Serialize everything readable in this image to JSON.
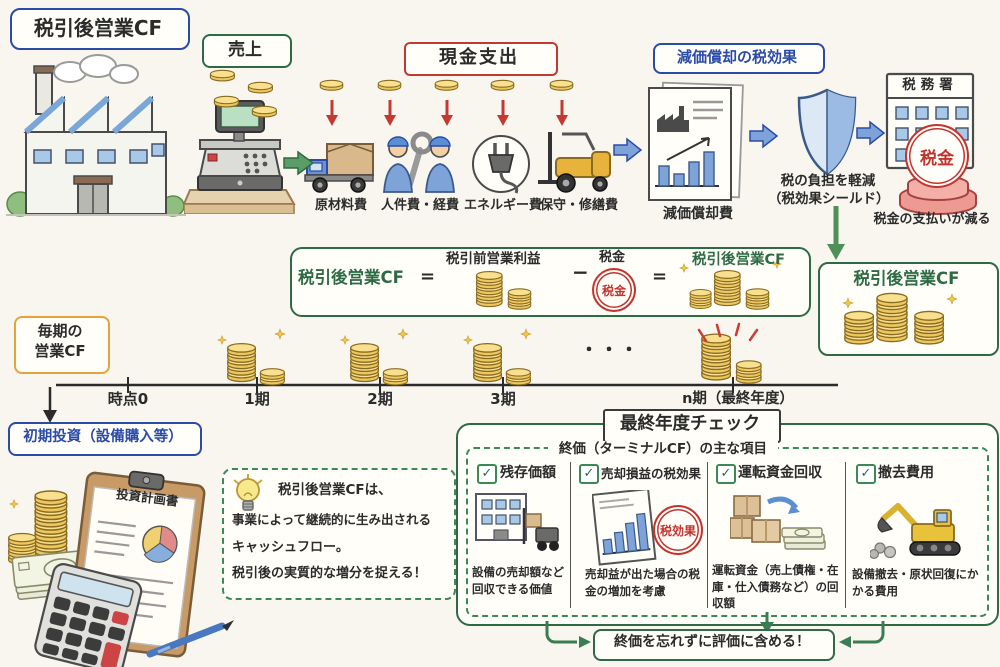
{
  "title": {
    "label": "税引後営業CF"
  },
  "sales": {
    "label": "売上"
  },
  "cash_out": {
    "label": "現金支出",
    "items": [
      {
        "label": "原材料費",
        "icon": "truck-icon"
      },
      {
        "label": "人件費・経費",
        "icon": "workers-icon"
      },
      {
        "label": "エネルギー費",
        "icon": "plug-icon"
      },
      {
        "label": "保守・修繕費",
        "icon": "forklift-icon"
      }
    ]
  },
  "depreciation": {
    "label": "減価償却の税効果",
    "doc_caption": "減価償却費",
    "shield_caption_line1": "税の負担を軽減",
    "shield_caption_line2": "（税効果シールド）",
    "tax_office_label": "税務署",
    "tax_stamp_label": "税金",
    "result_caption": "税金の支払いが減る"
  },
  "formula": {
    "lhs": "税引後営業CF",
    "equals": "=",
    "term1": "税引前営業利益",
    "minus": "−",
    "term2": "税金",
    "term2_stamp": "税金",
    "equals2": "=",
    "rhs": "税引後営業CF"
  },
  "result_box": {
    "label": "税引後営業CF"
  },
  "timeline": {
    "periodic_label_line1": "毎期の",
    "periodic_label_line2": "営業CF",
    "points": [
      {
        "label": "時点0"
      },
      {
        "label": "1期"
      },
      {
        "label": "2期"
      },
      {
        "label": "3期"
      },
      {
        "label": "n期（最終年度）"
      }
    ],
    "dots": "・・・",
    "initial_investment_label": "初期投資（設備購入等）",
    "plan_doc_title": "投資計画書"
  },
  "note": {
    "line1": "税引後営業CFは、",
    "line2": "事業によって継続的に生み出される",
    "line3": "キャッシュフロー。",
    "line4": "税引後の実質的な増分を捉える！"
  },
  "final_check": {
    "title": "最終年度チェック",
    "subtitle": "終価（ターミナルCF）の主な項目",
    "items": [
      {
        "check": "✓",
        "label": "残存価額",
        "caption": "設備の売却額など回収できる価値"
      },
      {
        "check": "✓",
        "label": "売却損益の税効果",
        "caption": "売却益が出た場合の税金の増加を考慮",
        "badge": "税効果"
      },
      {
        "check": "✓",
        "label": "運転資金回収",
        "caption": "運転資金（売上債権・在庫・仕入債務など）の回収額"
      },
      {
        "check": "✓",
        "label": "撤去費用",
        "caption": "設備撤去・原状回復にかかる費用"
      }
    ],
    "footer": "終価を忘れずに評価に含める！"
  }
}
